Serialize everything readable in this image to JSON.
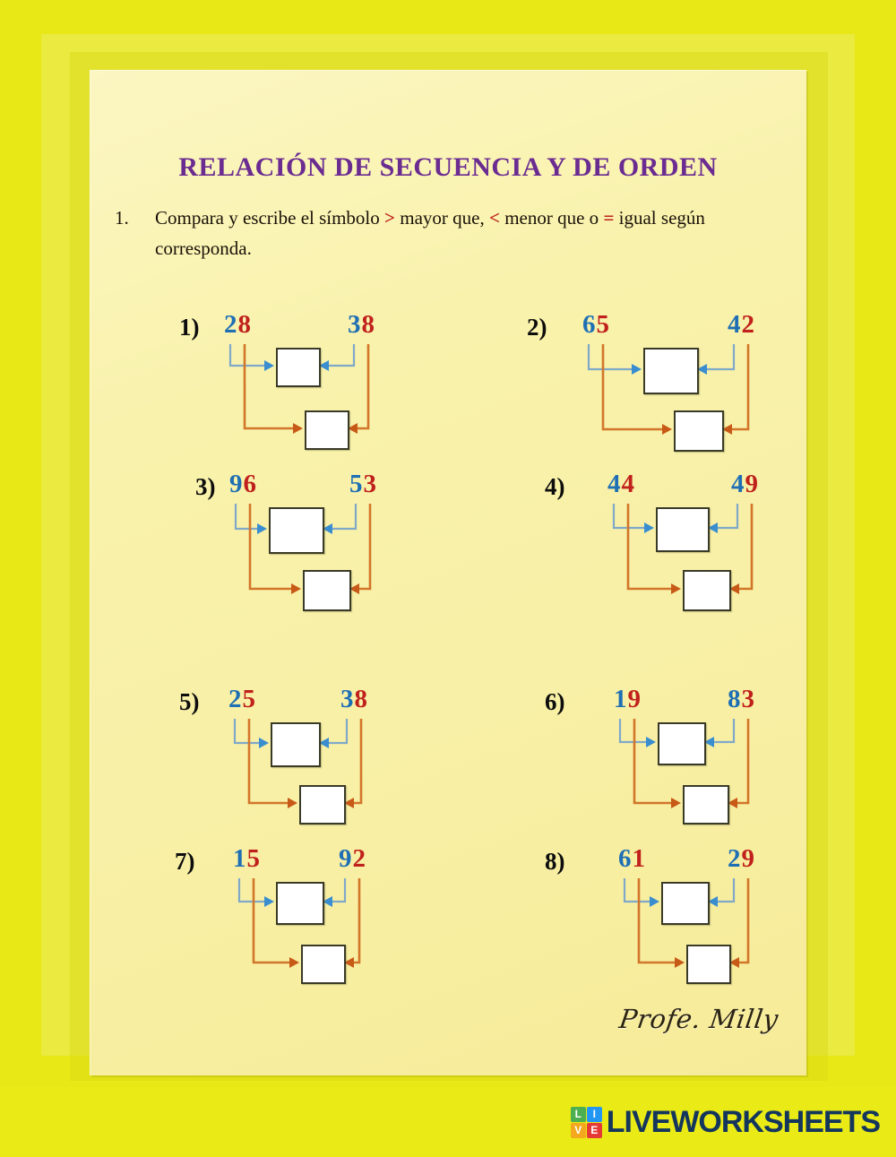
{
  "worksheet": {
    "title": "RELACIÓN DE SECUENCIA Y DE ORDEN",
    "signature": "Profe. Milly"
  },
  "instruction": {
    "number": "1.",
    "part1": "Compara y escribe el símbolo ",
    "sym_greater": ">",
    "part2": " mayor que, ",
    "sym_less": "<",
    "part3": " menor que o ",
    "sym_equal": "=",
    "part4": " igual según corresponda."
  },
  "colors": {
    "title": "#6b2c91",
    "tens_digit": "#1f6fb4",
    "ones_digit": "#c0211c",
    "symbol": "#c0211c",
    "arrow_blue": "#7fa8c9",
    "arrow_blue_head": "#3a8ed0",
    "arrow_orange": "#d2762a",
    "arrow_orange_head": "#c85a18",
    "frame": "#e8e817",
    "card": "#f8f0a8",
    "footer_bg": "#eaea16",
    "logo_text": "#14365c"
  },
  "exercises": [
    {
      "label": "1)",
      "left_number": "28",
      "left_tens": "2",
      "left_ones": "8",
      "right_number": "38",
      "right_tens": "3",
      "right_ones": "8"
    },
    {
      "label": "2)",
      "left_number": "65",
      "left_tens": "6",
      "left_ones": "5",
      "right_number": "42",
      "right_tens": "4",
      "right_ones": "2"
    },
    {
      "label": "3)",
      "left_number": "96",
      "left_tens": "9",
      "left_ones": "6",
      "right_number": "53",
      "right_tens": "5",
      "right_ones": "3"
    },
    {
      "label": "4)",
      "left_number": "44",
      "left_tens": "4",
      "left_ones": "4",
      "right_number": "49",
      "right_tens": "4",
      "right_ones": "9"
    },
    {
      "label": "5)",
      "left_number": "25",
      "left_tens": "2",
      "left_ones": "5",
      "right_number": "38",
      "right_tens": "3",
      "right_ones": "8"
    },
    {
      "label": "6)",
      "left_number": "19",
      "left_tens": "1",
      "left_ones": "9",
      "right_number": "83",
      "right_tens": "8",
      "right_ones": "3"
    },
    {
      "label": "7)",
      "left_number": "15",
      "left_tens": "1",
      "left_ones": "5",
      "right_number": "92",
      "right_tens": "9",
      "right_ones": "2"
    },
    {
      "label": "8)",
      "left_number": "61",
      "left_tens": "6",
      "left_ones": "1",
      "right_number": "29",
      "right_tens": "2",
      "right_ones": "9"
    }
  ],
  "answers": {
    "tens_box_value": "",
    "ones_box_value": ""
  },
  "footer": {
    "logo_blocks": [
      {
        "letter": "L",
        "color": "#4caf50"
      },
      {
        "letter": "I",
        "color": "#2196f3"
      },
      {
        "letter": "V",
        "color": "#f4a81d"
      },
      {
        "letter": "E",
        "color": "#e53935"
      }
    ],
    "logo_text": "LIVEWORKSHEETS"
  }
}
